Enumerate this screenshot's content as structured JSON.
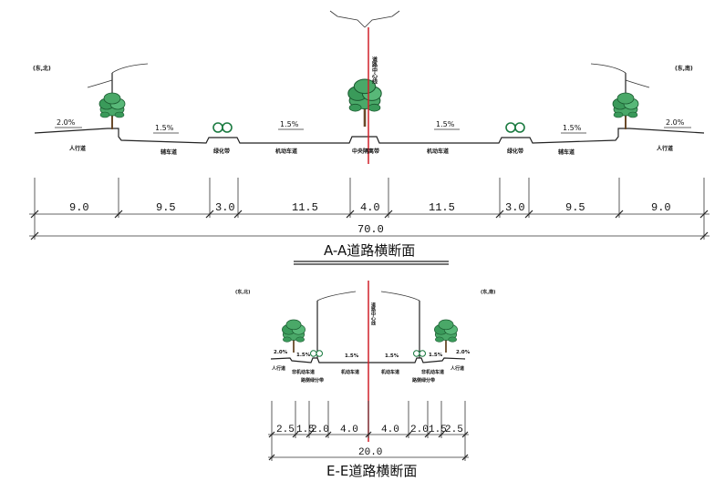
{
  "top": {
    "corners": {
      "left": "(东,北)",
      "right": "(东,南)"
    },
    "centerline": "道路中心线",
    "slopes": [
      "2.0%",
      "1.5%",
      "1.5%",
      "1.5%",
      "1.5%",
      "2.0%"
    ],
    "zones": [
      "人行道",
      "辅车道",
      "绿化带",
      "机动车道",
      "中央隔离带",
      "机动车道",
      "绿化带",
      "辅车道",
      "人行道"
    ],
    "dims": [
      "9.0",
      "9.5",
      "3.0",
      "11.5",
      "4.0",
      "11.5",
      "3.0",
      "9.5",
      "9.0"
    ],
    "total": "70.0",
    "title": "A-A道路横断面"
  },
  "bottom": {
    "corners": {
      "left": "(东,北)",
      "right": "(东,南)"
    },
    "centerline": "道路中心线",
    "slopes": [
      "2.0%",
      "1.5%",
      "1.5%",
      "1.5%",
      "1.5%",
      "2.0%"
    ],
    "zones_left": [
      "人行道",
      "非机动车道",
      "路侧绿分带",
      "机动车道"
    ],
    "zones_right": [
      "机动车道",
      "非机动车道",
      "路侧绿分带",
      "人行道"
    ],
    "dims": [
      "2.5",
      "1.5",
      "2.0",
      "4.0",
      "4.0",
      "2.0",
      "1.5",
      "2.5"
    ],
    "total": "20.0",
    "title": "E-E道路横断面"
  },
  "colors": {
    "centerline": "#d0202a",
    "tree_green": "#3a9a5a",
    "trunk": "#6a4a2a"
  }
}
